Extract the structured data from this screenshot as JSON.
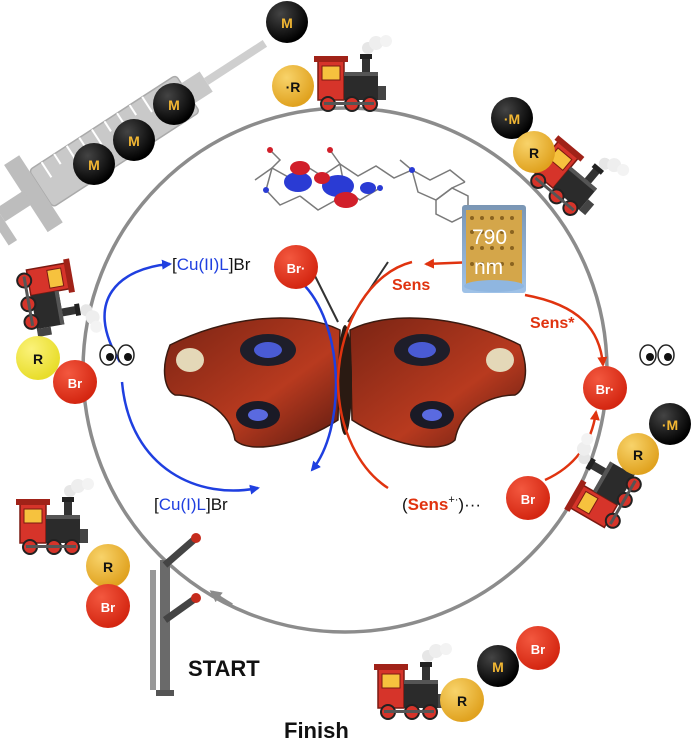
{
  "colors": {
    "cycle_circle": "#8c8c8c",
    "copper_arrow": "#1f3fe0",
    "sens_arrow": "#e0330f",
    "copper_text": "#1f3fe0",
    "sens_text": "#e0330f",
    "monomer_ball": "#111111",
    "monomer_text": "#f2b733",
    "radical_ball": "#ecb22e",
    "radical_ball_light": "#f2e83c",
    "bromine_ball": "#e4301a",
    "syringe": "#c4c4c4"
  },
  "labels": {
    "start": "START",
    "finish": "Finish",
    "cu2_open": "[",
    "cu2_core": "Cu(II)L",
    "cu2_close": "]Br",
    "cu1_open": "[",
    "cu1_core": "Cu(I)L",
    "cu1_close": "]Br",
    "sens": "Sens",
    "sens_excited": "Sens*",
    "sens_cation_open": "(",
    "sens_cation": "Sens",
    "sens_cation_charge": "+·",
    "sens_cation_close": ")···",
    "wavelength_value": "790",
    "wavelength_unit": "nm"
  },
  "balls": {
    "monomer": "M",
    "monomer_radical": "·M",
    "radical": "R",
    "radical_dot": "·R",
    "bromine": "Br",
    "bromine_radical": "Br·"
  },
  "icons": [
    "syringe-icon",
    "train-icon",
    "eyes-icon",
    "butterfly-icon",
    "molecule-icon",
    "signal-icon",
    "led-icon"
  ]
}
